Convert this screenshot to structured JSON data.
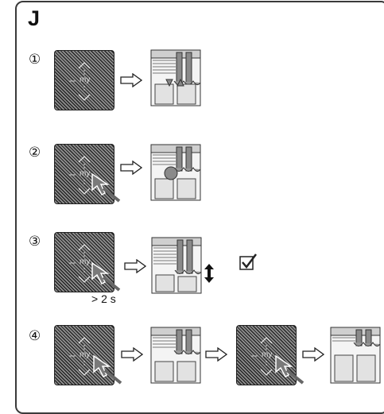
{
  "title_letter": "J",
  "steps": [
    {
      "number": "①",
      "remote_label": "my",
      "press": "none"
    },
    {
      "number": "②",
      "remote_label": "my",
      "press": "short"
    },
    {
      "number": "③",
      "remote_label": "my",
      "press": "long",
      "duration": "> 2 s"
    },
    {
      "number": "④",
      "remote_label": "my",
      "press": "short"
    }
  ],
  "step4_remote2_label": "my",
  "colors": {
    "remote_dark": "#262626",
    "remote_light": "#8f8f8f",
    "frame": "#3a3a3a"
  },
  "icons": [
    "outline-arrow-right-icon",
    "window-with-awning-icon",
    "hand-pointer-icon",
    "checkmark-box-icon",
    "up-down-arrow-icon"
  ]
}
